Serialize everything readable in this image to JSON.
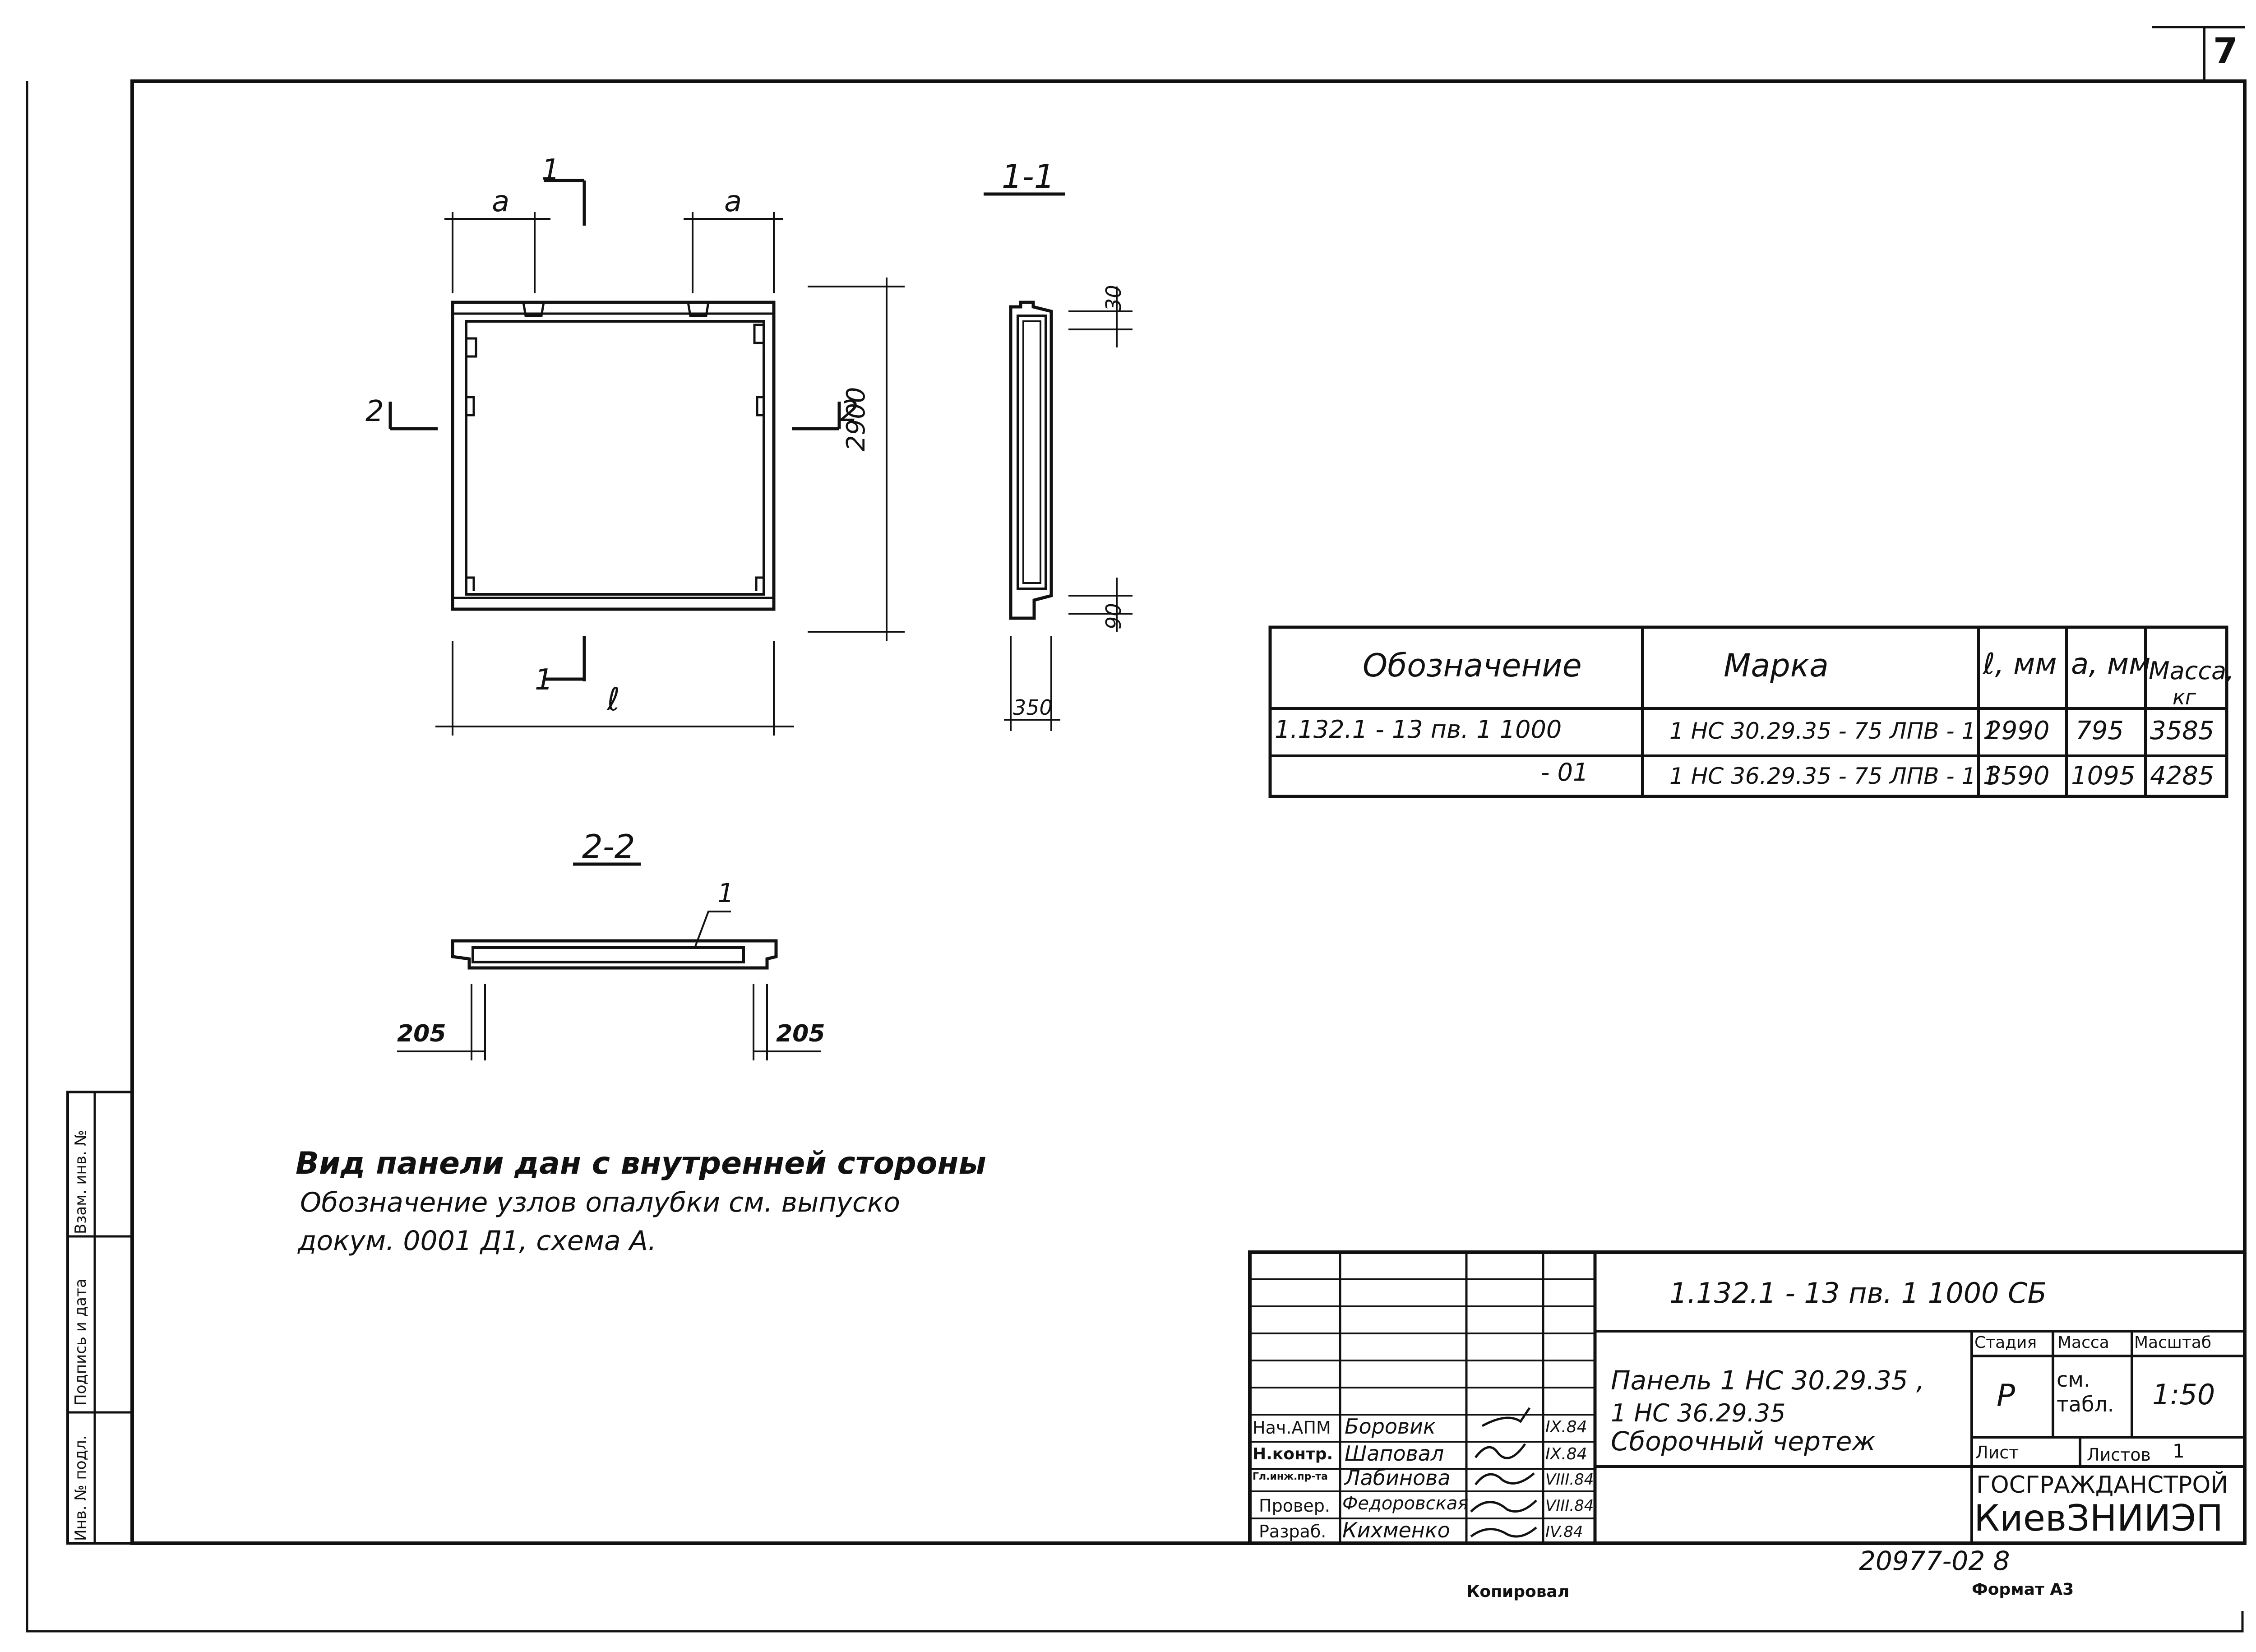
{
  "sheet_number": "7",
  "sections": {
    "section_1": "1-1",
    "section_2": "2-2",
    "cut_1": "1",
    "cut_2": "2"
  },
  "dimensions": {
    "a": "a",
    "l": "ℓ",
    "height": "2900",
    "top": "30",
    "bottom": "90",
    "thickness": "350",
    "left_205": "205",
    "right_205": "205",
    "callout_1": "1"
  },
  "spec_table": {
    "headers": [
      "Обозначение",
      "Марка",
      "ℓ, мм",
      "a, мм",
      "Масса,",
      "кг"
    ],
    "rows": [
      {
        "designation": "1.132.1 - 13 пв.  1  1000",
        "mark": "1 НС 30.29.35 - 75 ЛПВ - 1.1",
        "l": "2990",
        "a": "795",
        "mass": "3585"
      },
      {
        "designation": "- 01",
        "mark": "1 НС 36.29.35 - 75 ЛПВ - 1.1",
        "l": "3590",
        "a": "1095",
        "mass": "4285"
      }
    ]
  },
  "notes": {
    "line1": "Вид панели дан с внутренней стороны",
    "line2": "Обозначение  узлов  опалубки   см. выпуско",
    "line3": "докум. 0001 Д1,  схема А."
  },
  "left_margin": {
    "box1": "Взам. инв. №",
    "box2": "Подпись и дата",
    "box3": "Инв. № подл."
  },
  "title_block": {
    "code": "1.132.1 - 13 пв.   1    1000  СБ",
    "title_l1": "Панель   1 НС 30.29.35 ,",
    "title_l2": "1 НС 36.29.35",
    "title_l3": "Сборочный  чертеж",
    "stage_h": "Стадия",
    "mass_h": "Масса",
    "scale_h": "Масштаб",
    "stage": "Р",
    "mass": "см. табл.",
    "scale": "1:50",
    "sheet_h": "Лист",
    "sheets_h": "Листов",
    "sheets": "1",
    "org1": "ГОСГРАЖДАНСТРОЙ",
    "org2": "КиевЗНИИЭП",
    "people": [
      {
        "role": "Нач.АПМ",
        "name": "Боровик",
        "date": "IX.84"
      },
      {
        "role": "Н.контр.",
        "name": "Шаповал",
        "date": "IX.84"
      },
      {
        "role": "Гл.инж.пр-та",
        "name": "Лабинова",
        "date": "VIII.84"
      },
      {
        "role": "Провер.",
        "name": "Федоровская",
        "date": "VIII.84"
      },
      {
        "role": "Разраб.",
        "name": "Кихменко",
        "date": "IV.84"
      }
    ]
  },
  "footer": {
    "inventory": "20977-02  8",
    "copied": "Копировал",
    "format": "Формат  А3"
  }
}
